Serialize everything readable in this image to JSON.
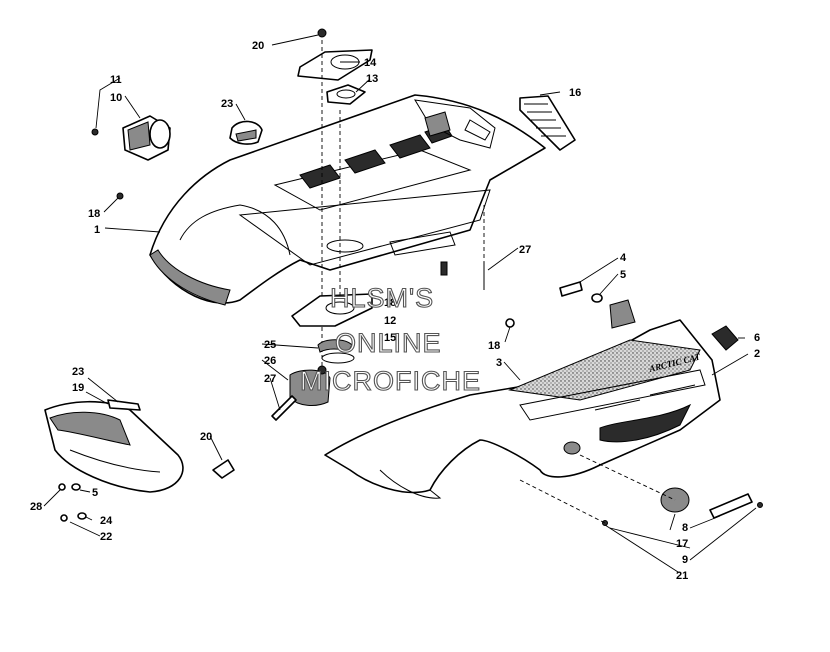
{
  "diagram": {
    "callouts": [
      "1",
      "2",
      "3",
      "4",
      "5",
      "5",
      "6",
      "8",
      "9",
      "10",
      "11",
      "12",
      "13",
      "14",
      "15",
      "16",
      "17",
      "18",
      "18",
      "18",
      "19",
      "20",
      "20",
      "21",
      "22",
      "23",
      "23",
      "24",
      "25",
      "26",
      "27",
      "27",
      "28"
    ],
    "watermark": [
      "HLSM'S",
      "ONLINE",
      "MICROFICHE"
    ],
    "brand_label": "ARCTIC CAT"
  }
}
